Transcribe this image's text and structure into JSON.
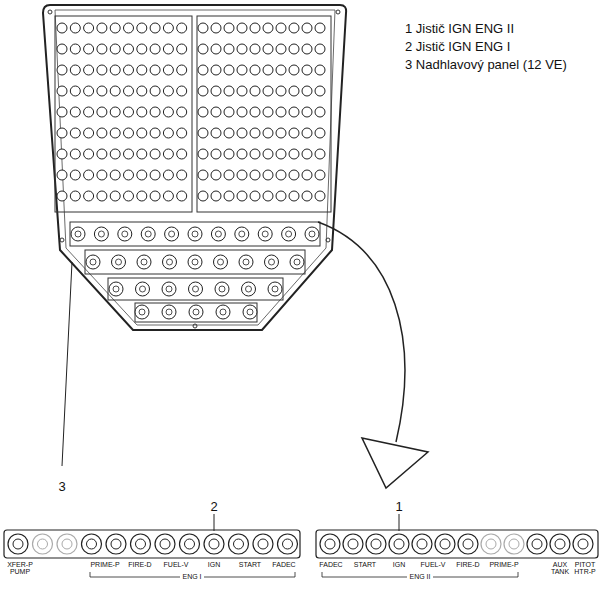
{
  "diagram": {
    "labels": [
      "1 Jistič IGN ENG II",
      "2 Jistič IGN ENG I",
      "3 Nadhlavový panel (12 VE)",
      "3",
      "2",
      "1",
      "XFER-P PUMP",
      "PRIME-P",
      "FIRE-D",
      "FUEL-V",
      "IGN",
      "START",
      "FADEC",
      "ENG I",
      "FADEC",
      "START",
      "IGN",
      "FUEL-V",
      "FIRE-D",
      "PRIME-P",
      "ENG II",
      "AUX TANK",
      "PITOT HTR-P"
    ]
  }
}
